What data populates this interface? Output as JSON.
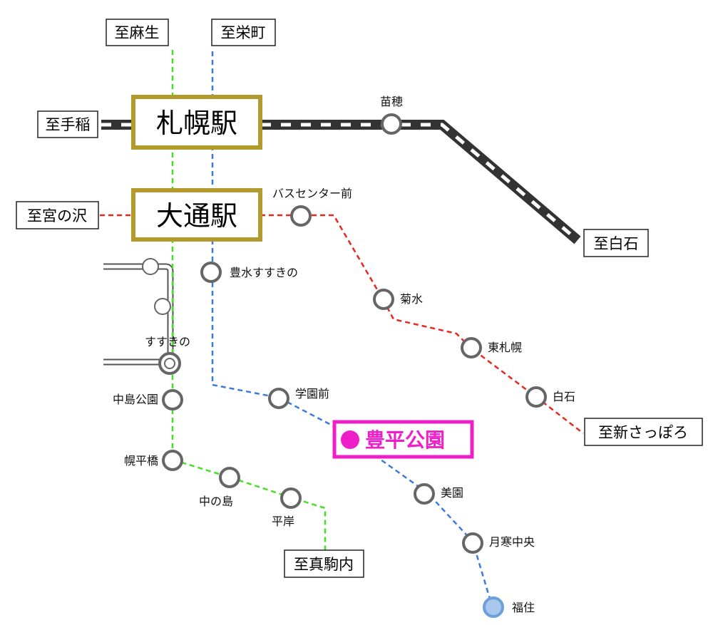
{
  "map": {
    "major_stations": {
      "sapporo": "札幌駅",
      "odori": "大通駅"
    },
    "highlight_station": {
      "label": "豊平公園",
      "color": "#ee1fc9"
    },
    "directions": {
      "asabu": "至麻生",
      "sakaemachi": "至栄町",
      "teine": "至手稲",
      "miyanosawa": "至宮の沢",
      "shiroishi": "至白石",
      "shin_sapporo": "至新さっぽろ",
      "makomanai": "至真駒内"
    },
    "stations": {
      "naeho": "苗穂",
      "bus_center_mae": "バスセンター前",
      "hosui_susukino": "豊水すすきの",
      "susukino": "すすきの",
      "kikusui": "菊水",
      "higashi_sapporo": "東札幌",
      "shiroishi": "白石",
      "gakuen_mae": "学園前",
      "nakajima_koen": "中島公園",
      "horohira_bashi": "幌平橋",
      "nakanoshima": "中の島",
      "hiragishi": "平岸",
      "bien": "美園",
      "tsukisamu_chuo": "月寒中央",
      "fukuzumi": "福住"
    },
    "line_colors": {
      "namboku": "#44e022",
      "toho": "#3a7be0",
      "tozai": "#e8281f",
      "jr": "#333333",
      "streetcar": "#555555",
      "major_station_border": "#b29a2c",
      "station_ring": "#666666",
      "terminal_fill": "#a8c8ee",
      "terminal_ring": "#6d9fdc"
    }
  }
}
